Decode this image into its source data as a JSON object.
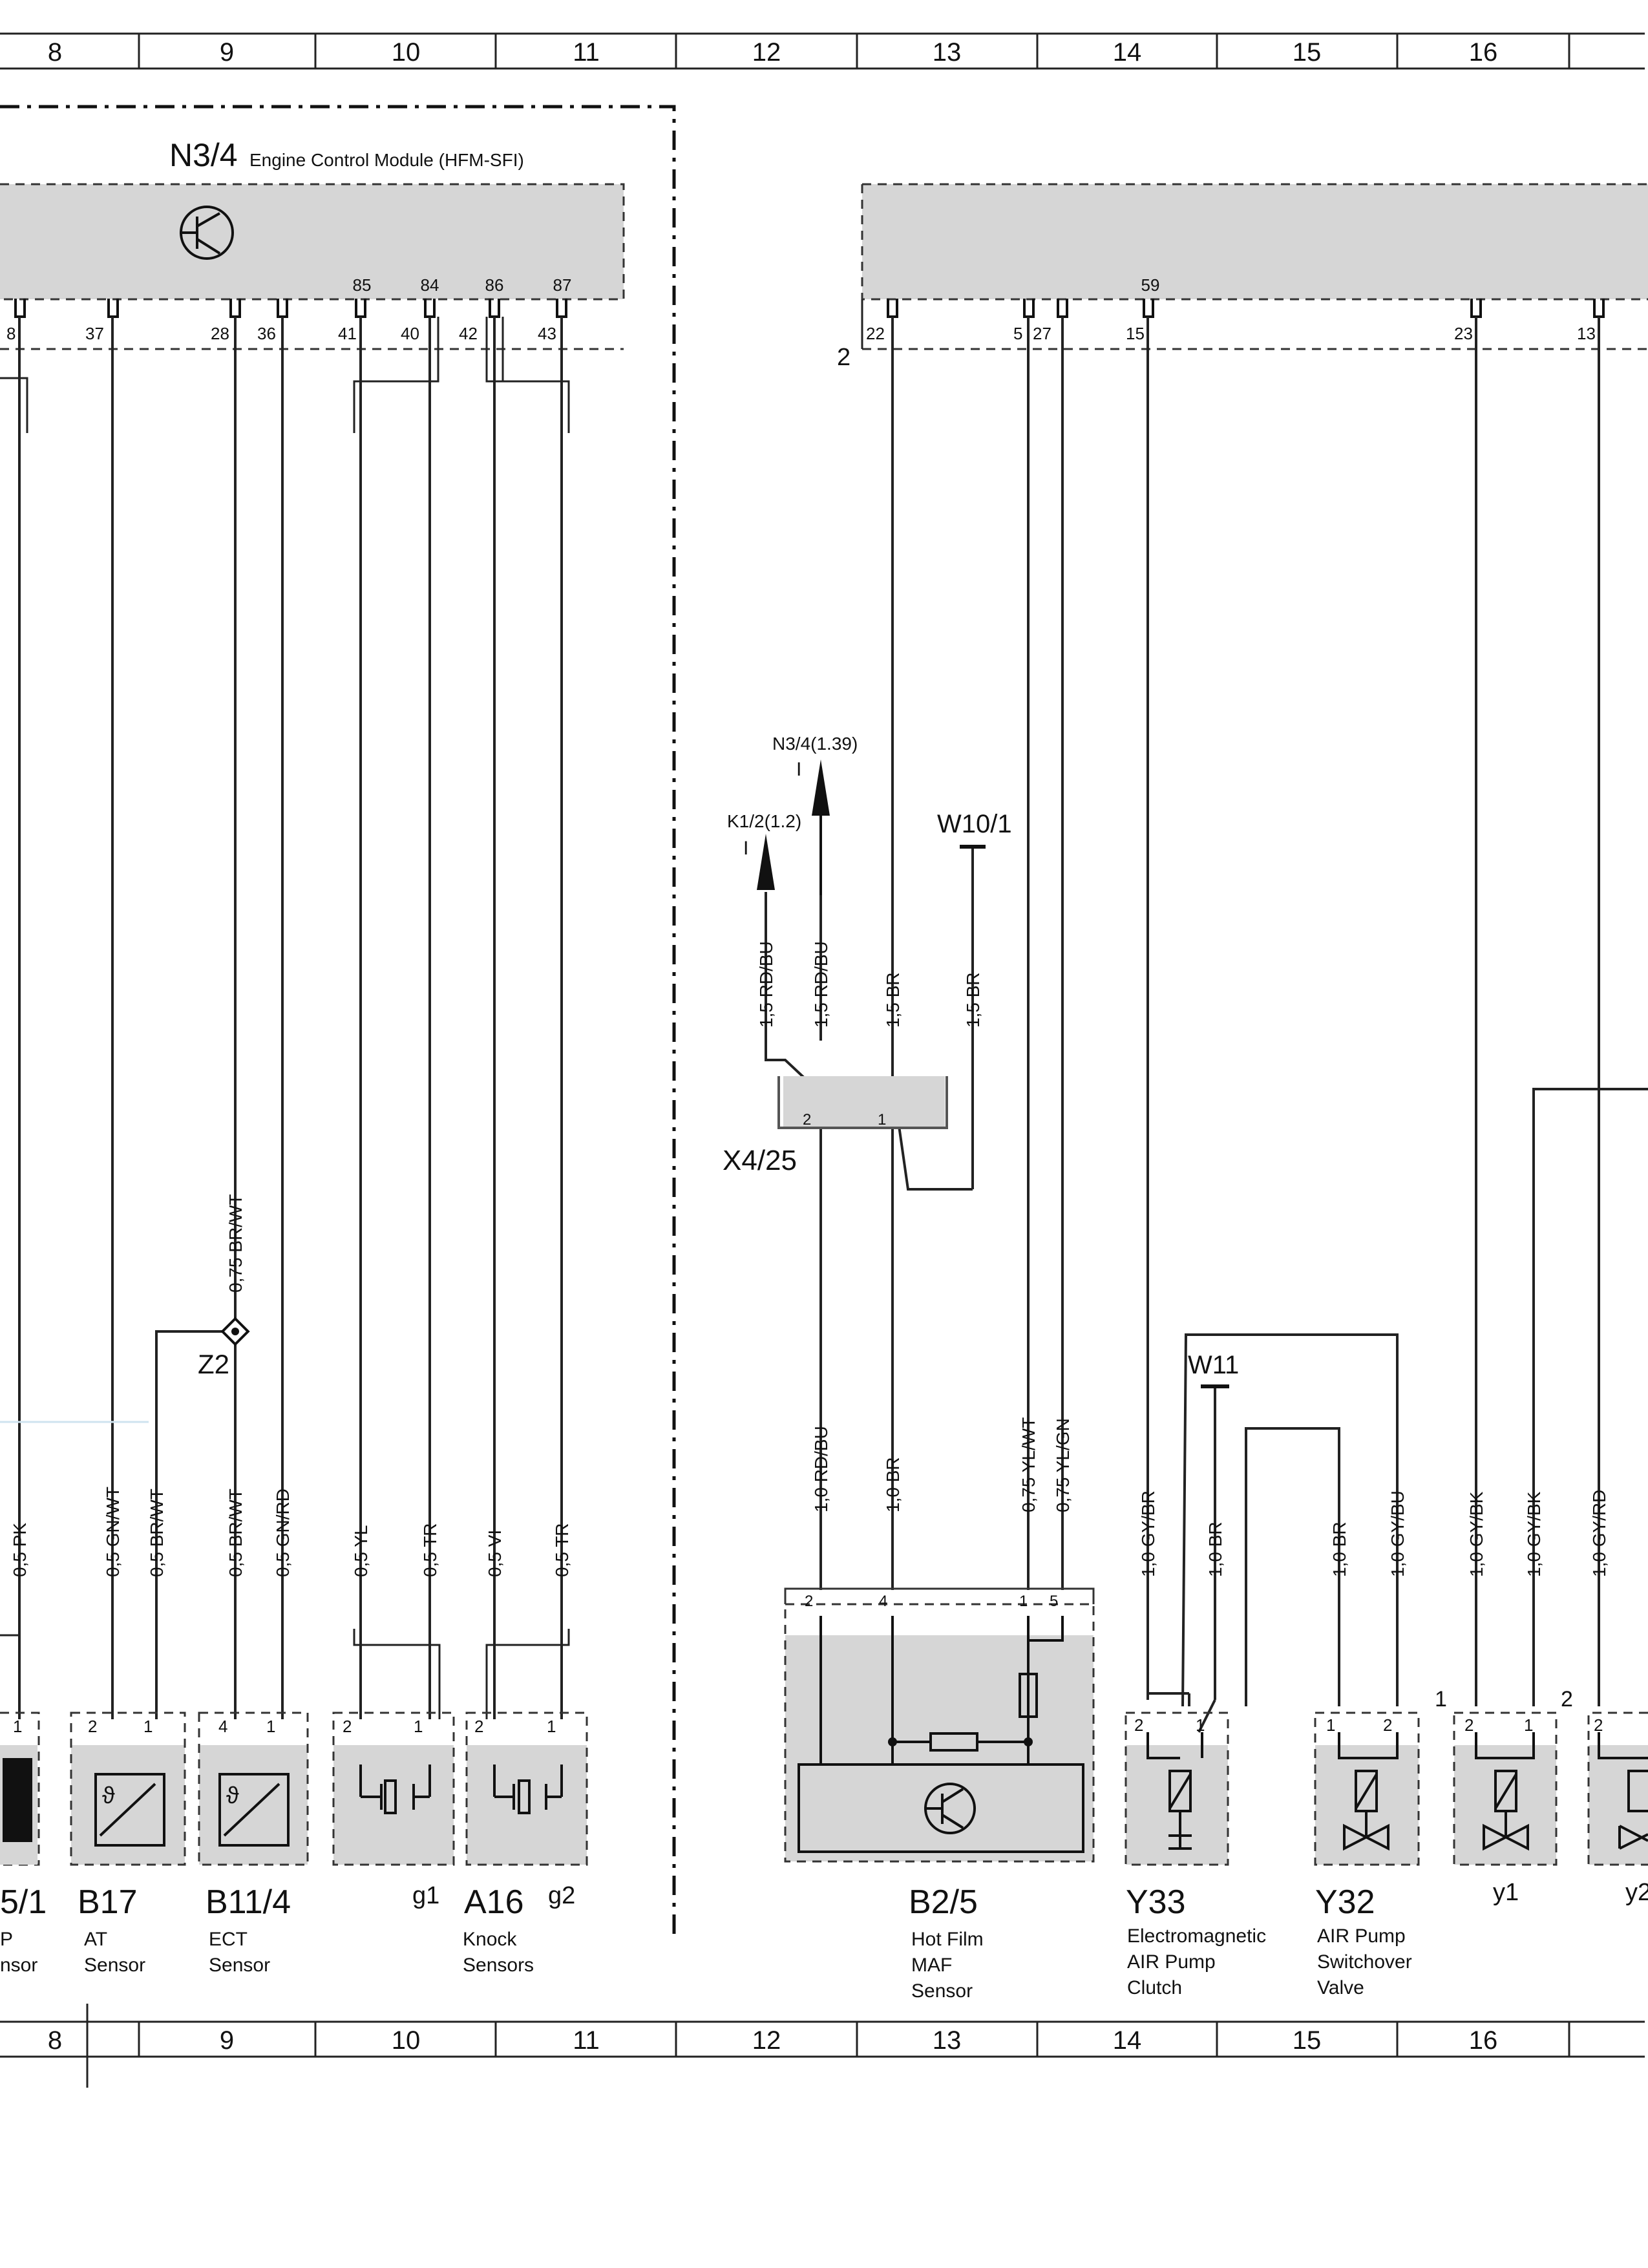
{
  "grid": {
    "columns_top": [
      "8",
      "9",
      "10",
      "11",
      "12",
      "13",
      "14",
      "15",
      "16"
    ],
    "columns_bottom": [
      "8",
      "9",
      "10",
      "11",
      "12",
      "13",
      "14",
      "15",
      "16"
    ]
  },
  "ecm": {
    "id": "N3/4",
    "name": "Engine Control Module (HFM-SFI)",
    "inner_numbers": [
      "85",
      "84",
      "86",
      "87"
    ],
    "pins_left": [
      "8",
      "37",
      "28",
      "36",
      "41",
      "40",
      "42",
      "43"
    ],
    "pins_right": [
      "22",
      "5",
      "27",
      "15",
      "23",
      "13"
    ],
    "inner_right": "59",
    "side_label": "2"
  },
  "wires": {
    "pk": "0,5 PK",
    "gnwt": "0,5 GN/WT",
    "brwt_b17": "0,5 BR/WT",
    "brwt_b114": "0,5 BR/WT",
    "brwt_075": "0,75 BR/WT",
    "gnrd": "0,5 GN/RD",
    "yl": "0,5 YL",
    "tr1": "0,5 TR",
    "vi": "0,5 VI",
    "tr2": "0,5 TR",
    "rdbu_k": "1,5 RD/BU",
    "rdbu_n": "1,5 RD/BU",
    "br15_a": "1,5 BR",
    "br15_b": "1,5 BR",
    "rdbu10": "1,0 RD/BU",
    "br10_a": "1,0 BR",
    "ylwt": "0,75 YL/WT",
    "ylgn": "0,75 YL/GN",
    "gybr": "1,0 GY/BR",
    "br10_b": "1,0 BR",
    "br10_c": "1,0 BR",
    "gybu": "1,0 GY/BU",
    "gybk_a": "1,0 GY/BK",
    "gybk_b": "1,0 GY/BK",
    "gyrd": "1,0 GY/RD"
  },
  "refs": {
    "n34": "N3/4(1.39)",
    "k12": "K1/2(1.2)",
    "arrow_mark": "I",
    "w101": "W10/1",
    "w11": "W11",
    "x425": "X4/25",
    "z2": "Z2"
  },
  "connector_pins": {
    "x425": [
      "2",
      "1"
    ],
    "b25": [
      "2",
      "4",
      "1",
      "5"
    ],
    "b17": [
      "2",
      "1"
    ],
    "b114": [
      "4",
      "1"
    ],
    "g1": [
      "2",
      "1"
    ],
    "g2": [
      "2",
      "1"
    ],
    "left": [
      "1"
    ],
    "y33": [
      "2",
      "1"
    ],
    "y32": [
      "1",
      "2"
    ],
    "y1": [
      "2",
      "1"
    ],
    "y2": [
      "2"
    ],
    "group_left": "1",
    "group_right": "2"
  },
  "components": {
    "c1": {
      "id": "5/1",
      "line1": "P",
      "line2": "nsor"
    },
    "b17": {
      "id": "B17",
      "line1": "AT",
      "line2": "Sensor"
    },
    "b114": {
      "id": "B11/4",
      "line1": "ECT",
      "line2": "Sensor"
    },
    "g1": {
      "id": "g1"
    },
    "a16": {
      "id": "A16",
      "line1": "Knock",
      "line2": "Sensors"
    },
    "g2": {
      "id": "g2"
    },
    "b25": {
      "id": "B2/5",
      "line1": "Hot Film",
      "line2": "MAF",
      "line3": "Sensor"
    },
    "y33": {
      "id": "Y33",
      "line1": "Electromagnetic",
      "line2": "AIR Pump",
      "line3": "Clutch"
    },
    "y32": {
      "id": "Y32",
      "line1": "AIR Pump",
      "line2": "Switchover",
      "line3": "Valve"
    },
    "y1": {
      "id": "y1"
    },
    "y2": {
      "id": "y2"
    }
  }
}
